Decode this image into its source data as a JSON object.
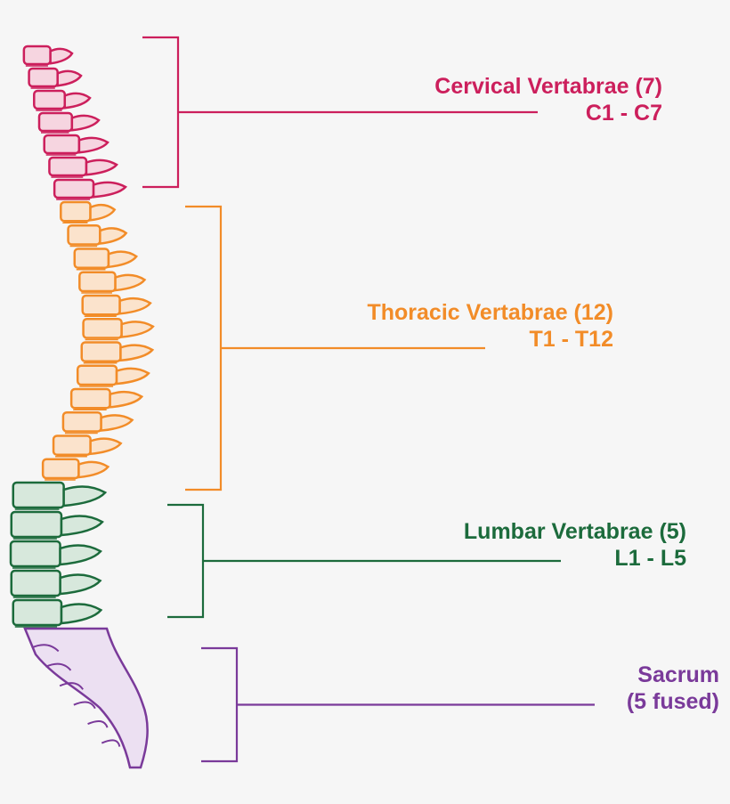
{
  "regions": [
    {
      "id": "cervical",
      "name": "Cervical Vertabrae (7)",
      "range": "C1 - C7",
      "color": "#cc1f5c",
      "fill": "#f6d5e0",
      "vertebra_count": 7
    },
    {
      "id": "thoracic",
      "name": "Thoracic Vertabrae (12)",
      "range": "T1 - T12",
      "color": "#f28c28",
      "fill": "#fbe3cc",
      "vertebra_count": 12
    },
    {
      "id": "lumbar",
      "name": "Lumbar Vertabrae (5)",
      "range": "L1 - L5",
      "color": "#1c6b3c",
      "fill": "#d7e8dc",
      "vertebra_count": 5
    },
    {
      "id": "sacrum",
      "name": "Sacrum",
      "range": "(5 fused)",
      "color": "#7a3a9a",
      "fill": "#ece0f2",
      "vertebra_count": 5
    }
  ]
}
